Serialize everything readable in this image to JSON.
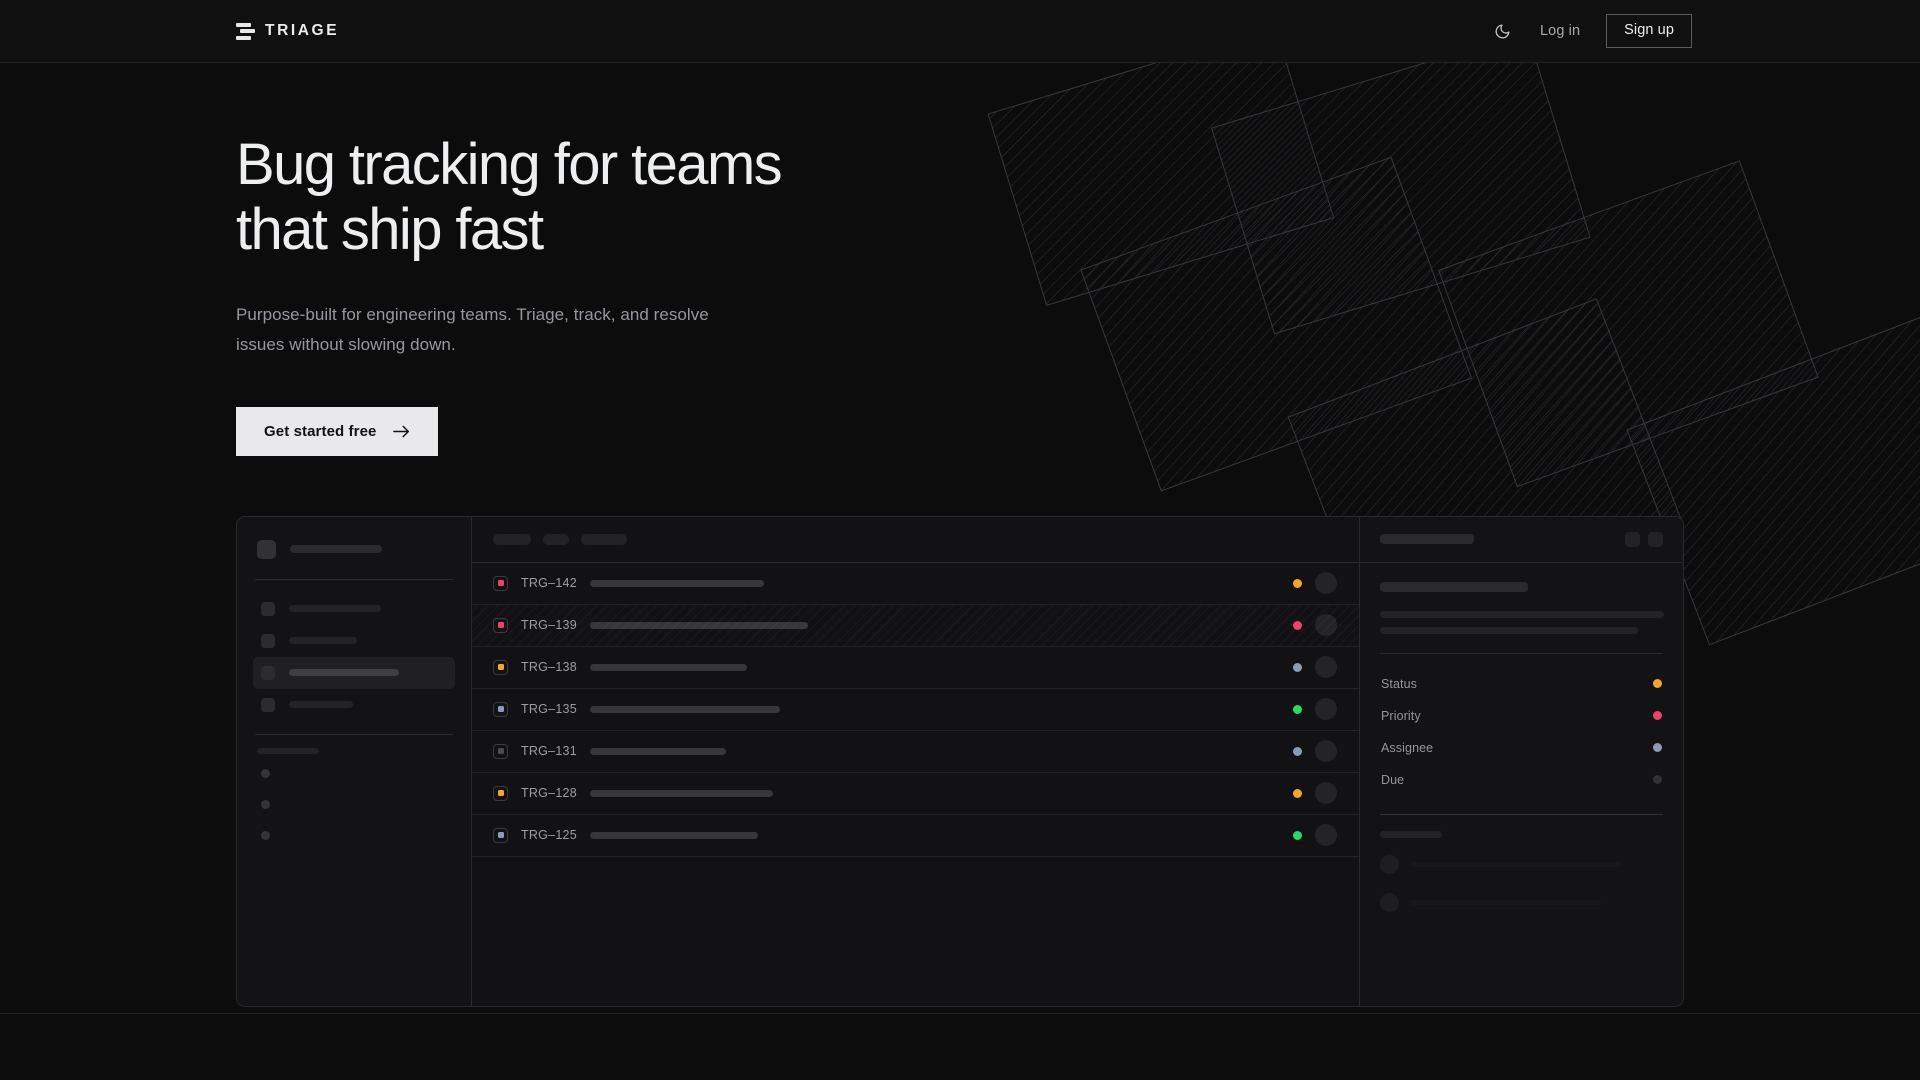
{
  "nav": {
    "logo_text": "TRIAGE",
    "logo_icon": "triage-bars-logo",
    "theme_toggle_icon": "moon-icon",
    "login_label": "Log in",
    "signup_label": "Sign up"
  },
  "hero": {
    "headline_line1": "Bug tracking for teams",
    "headline_line2": "that ship fast",
    "subhead": "Purpose-built for engineering teams. Triage, track, and resolve issues without slowing down.",
    "cta_label": "Get started free",
    "cta_icon": "arrow-right-icon"
  },
  "colors": {
    "page_bg": "#0c0c0d",
    "nav_bg": "#101011",
    "panel_bg": "#121214",
    "border": "#2a2a2e",
    "text_primary": "#edeef0",
    "text_muted": "#97979d",
    "cta_bg": "#e9e9eb",
    "status_orange": "#f5a623",
    "status_pink": "#f43f6e",
    "status_blue": "#8b9bb4",
    "status_green": "#22dd66",
    "status_idle": "#3a3a40"
  },
  "mockup": {
    "sidebar": {
      "nav_items": [
        {
          "name": "nav-item-1",
          "width": 92,
          "active": false
        },
        {
          "name": "nav-item-2",
          "width": 68,
          "active": false
        },
        {
          "name": "nav-item-3",
          "width": 110,
          "active": true
        },
        {
          "name": "nav-item-4",
          "width": 64,
          "active": false
        }
      ],
      "mini_items": [
        {
          "name": "mini-item-1"
        },
        {
          "name": "mini-item-2"
        },
        {
          "name": "mini-item-3"
        }
      ]
    },
    "list": {
      "toolbar_pills": [
        38,
        26,
        46
      ],
      "rows": [
        {
          "id": "TRG–142",
          "priority_color": "#f43f6e",
          "status_color": "#f5a623",
          "title_width": 174,
          "highlighted": false
        },
        {
          "id": "TRG–139",
          "priority_color": "#f43f6e",
          "status_color": "#f43f6e",
          "title_width": 218,
          "highlighted": true
        },
        {
          "id": "TRG–138",
          "priority_color": "#f5a623",
          "status_color": "#8b9bb4",
          "title_width": 157,
          "highlighted": false
        },
        {
          "id": "TRG–135",
          "priority_color": "#8b9bb4",
          "status_color": "#22dd66",
          "title_width": 190,
          "highlighted": false
        },
        {
          "id": "TRG–131",
          "priority_color": "#4a4a50",
          "status_color": "#8b9bb4",
          "title_width": 136,
          "highlighted": false
        },
        {
          "id": "TRG–128",
          "priority_color": "#f5a623",
          "status_color": "#f5a623",
          "title_width": 183,
          "highlighted": false
        },
        {
          "id": "TRG–125",
          "priority_color": "#8b9bb4",
          "status_color": "#22dd66",
          "title_width": 168,
          "highlighted": false
        }
      ]
    },
    "detail": {
      "header_action_icons": [
        "edit-icon",
        "more-icon"
      ],
      "description_line_widths": [
        284,
        258
      ],
      "meta": [
        {
          "label": "Status",
          "dot_color": "#f5a623"
        },
        {
          "label": "Priority",
          "dot_color": "#f43f6e"
        },
        {
          "label": "Assignee",
          "dot_color": "#8b9bb4"
        },
        {
          "label": "Due",
          "dot_color": "#313136"
        }
      ],
      "activity_rows": [
        {
          "name": "activity-entry-1",
          "line_width": 210
        },
        {
          "name": "activity-entry-2",
          "line_width": 190
        }
      ]
    }
  }
}
